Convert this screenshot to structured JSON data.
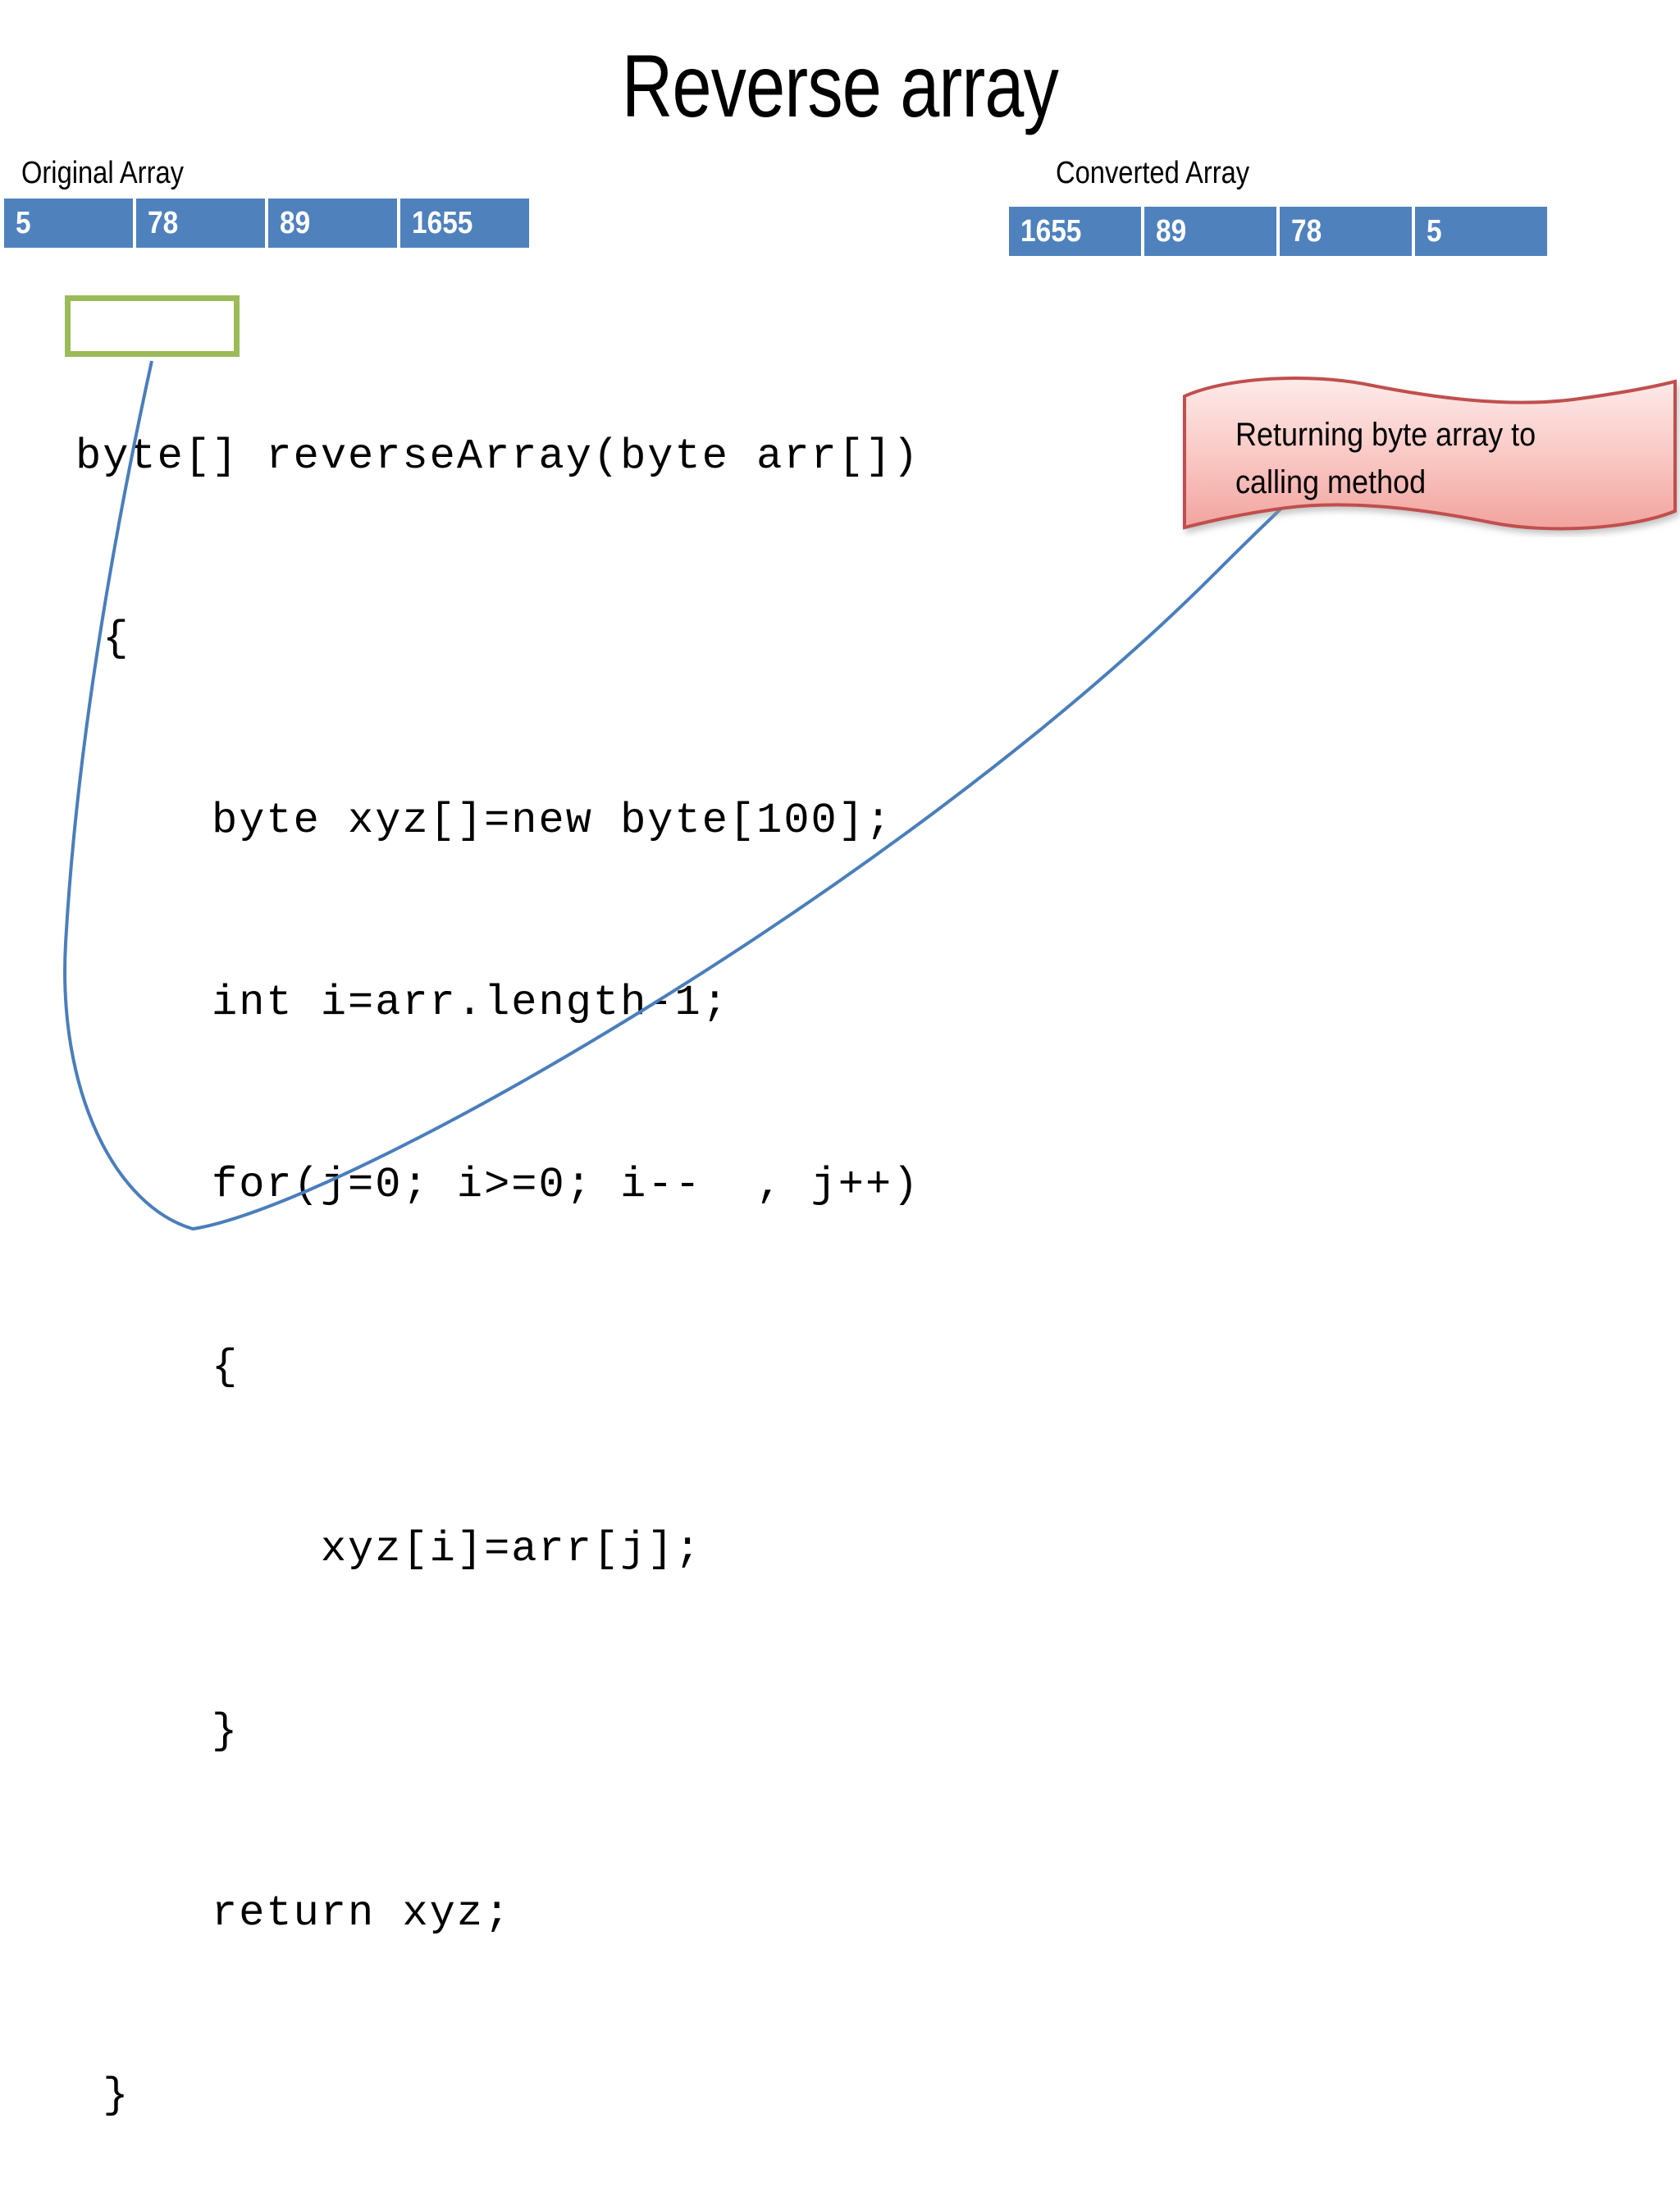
{
  "slide": {
    "title": "Reverse array",
    "background_color": "#FFFFFF"
  },
  "arrays": {
    "original": {
      "label": "Original Array",
      "cell_color": "#4F81BD",
      "text_color": "#FFFFFF",
      "values": [
        "5",
        "78",
        "89",
        "1655"
      ]
    },
    "converted": {
      "label": "Converted Array",
      "cell_color": "#4F81BD",
      "text_color": "#FFFFFF",
      "values": [
        "1655",
        "89",
        "78",
        "5"
      ]
    }
  },
  "code": {
    "language": "java",
    "highlight_color": "#9BBB59",
    "highlighted_token": "byte[]",
    "lines": [
      "byte[] reverseArray(byte arr[])",
      " {",
      "     byte xyz[]=new byte[100];",
      "     int i=arr.length-1;",
      "     for(j=0; i>=0; i--  , j++)",
      "     {",
      "         xyz[i]=arr[j];",
      "     }",
      "     return xyz;",
      " }"
    ]
  },
  "callout": {
    "text": "Returning byte array to calling method",
    "fill_top_color": "#FCE4E4",
    "fill_bottom_color": "#F4A6A2",
    "border_color": "#C0504D"
  },
  "connector": {
    "color": "#4A7EBB",
    "from": "return-type-highlight",
    "to": "callout-returning"
  }
}
